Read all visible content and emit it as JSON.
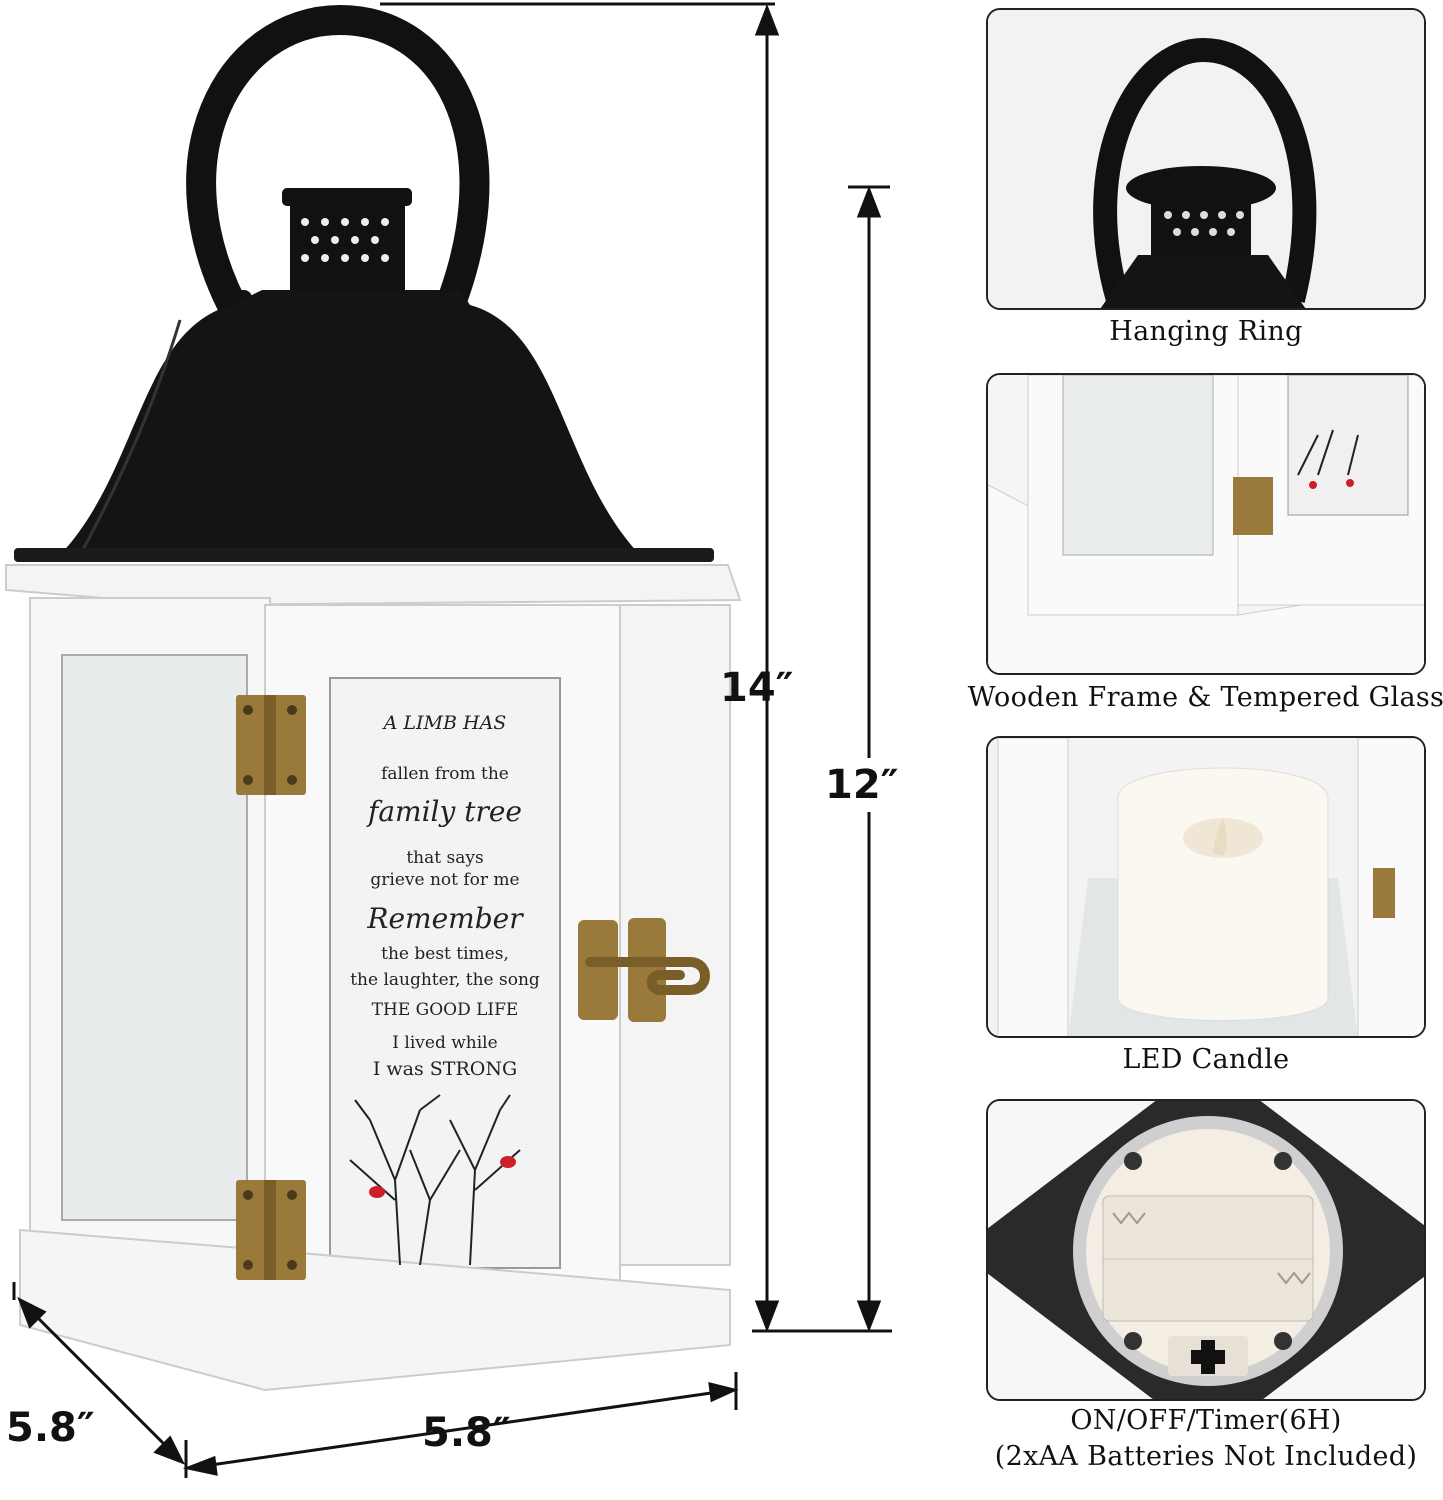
{
  "dimensions": {
    "height_total": "14″",
    "height_body": "12″",
    "depth": "5.8″",
    "width": "5.8″"
  },
  "glass_poem": {
    "line1": "A LIMB HAS",
    "line2": "fallen from the",
    "line3": "family tree",
    "line4": "that says",
    "line5": "grieve not for me",
    "line6": "Remember",
    "line7": "the best times,",
    "line8": "the laughter, the song",
    "line9": "THE GOOD LIFE",
    "line10": "I lived while",
    "line11": "I was STRONG"
  },
  "panels": {
    "panel1_caption": "Hanging Ring",
    "panel2_caption": "Wooden Frame & Tempered Glass",
    "panel3_caption": "LED Candle",
    "panel4_caption_line1": "ON/OFF/Timer(6H)",
    "panel4_caption_line2": "(2xAA Batteries Not Included)"
  },
  "colors": {
    "roof": "#111111",
    "frame": "#f7f7f7",
    "brass": "#9a7a3a",
    "cardinal": "#cc1f2a"
  }
}
